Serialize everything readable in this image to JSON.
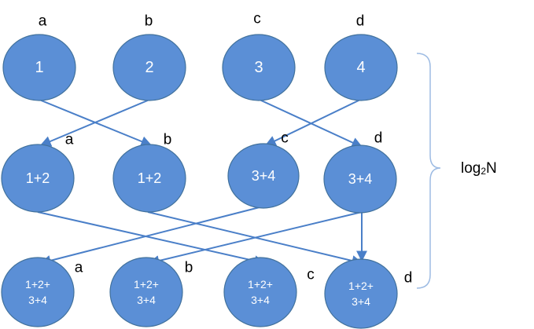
{
  "nodes": {
    "r1_a": {
      "text": "1",
      "label": "a"
    },
    "r1_b": {
      "text": "2",
      "label": "b"
    },
    "r1_c": {
      "text": "3",
      "label": "c"
    },
    "r1_d": {
      "text": "4",
      "label": "d"
    },
    "r2_a": {
      "text": "1+2",
      "label": "a"
    },
    "r2_b": {
      "text": "1+2",
      "label": "b"
    },
    "r2_c": {
      "text": "3+4",
      "label": "c"
    },
    "r2_d": {
      "text": "3+4",
      "label": "d"
    },
    "r3_a": {
      "line1": "1+2+",
      "line2": "3+4",
      "label": "a"
    },
    "r3_b": {
      "line1": "1+2+",
      "line2": "3+4",
      "label": "b"
    },
    "r3_c": {
      "line1": "1+2+",
      "line2": "3+4",
      "label": "c"
    },
    "r3_d": {
      "line1": "1+2+",
      "line2": "3+4",
      "label": "d"
    }
  },
  "brace": {
    "log": "log",
    "sub": "2",
    "n": "N"
  },
  "colors": {
    "node_fill": "#5b8fd6",
    "edge": "#4a7fc8",
    "brace": "#9dbbe3"
  }
}
